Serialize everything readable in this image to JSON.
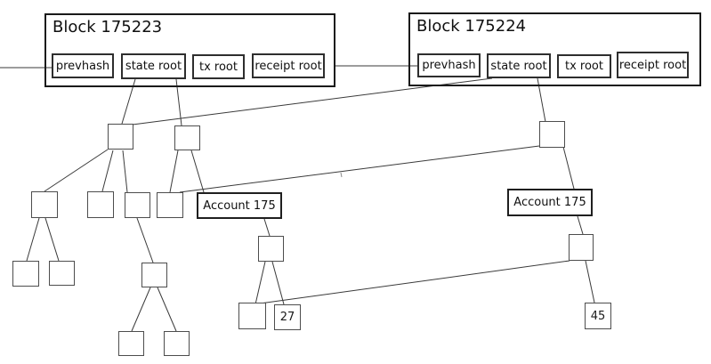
{
  "blocks": [
    {
      "title": "Block 175223",
      "fields": [
        "prevhash",
        "state root",
        "tx root",
        "receipt root"
      ]
    },
    {
      "title": "Block 175224",
      "fields": [
        "prevhash",
        "state root",
        "tx root",
        "receipt root"
      ]
    }
  ],
  "accounts": {
    "old": "Account 175",
    "new": "Account 175"
  },
  "leaves": {
    "old_value": "27",
    "new_value": "45"
  },
  "colors": {
    "background": "#ffffff",
    "block_border": "#1a1a1a",
    "field_border": "#2e2e2e",
    "node_border": "#4d4d4d",
    "edge": "#3a3a3a",
    "text": "#101010"
  },
  "edges": [
    {
      "from": "offscreen-left",
      "to": "block-175223-prevhash"
    },
    {
      "from": "block-175223",
      "to": "block-175224-prevhash"
    },
    {
      "from": "block-175223-state-root",
      "to": "node-a"
    },
    {
      "from": "block-175223-state-root",
      "to": "node-b"
    },
    {
      "from": "node-a",
      "to": "node-c"
    },
    {
      "from": "node-a",
      "to": "node-d"
    },
    {
      "from": "node-a",
      "to": "node-e"
    },
    {
      "from": "node-b",
      "to": "node-f"
    },
    {
      "from": "node-b",
      "to": "account-175-old"
    },
    {
      "from": "node-c",
      "to": "node-h"
    },
    {
      "from": "node-c",
      "to": "node-i"
    },
    {
      "from": "node-e",
      "to": "node-m"
    },
    {
      "from": "node-m",
      "to": "node-j"
    },
    {
      "from": "node-m",
      "to": "node-k"
    },
    {
      "from": "account-175-old",
      "to": "node-p"
    },
    {
      "from": "node-p",
      "to": "node-g"
    },
    {
      "from": "node-p",
      "to": "leaf-27"
    },
    {
      "from": "block-175224-state-root",
      "to": "node-a"
    },
    {
      "from": "block-175224-state-root",
      "to": "node-n1"
    },
    {
      "from": "node-n1",
      "to": "node-f"
    },
    {
      "from": "node-n1",
      "to": "account-175-new"
    },
    {
      "from": "account-175-new",
      "to": "node-n2"
    },
    {
      "from": "node-n2",
      "to": "node-g"
    },
    {
      "from": "node-n2",
      "to": "leaf-45"
    }
  ]
}
